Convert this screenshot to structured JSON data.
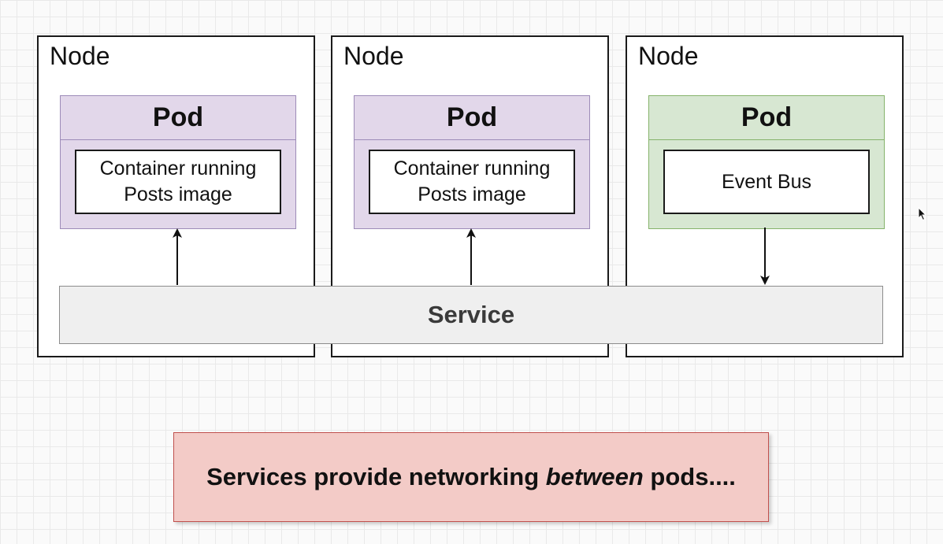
{
  "nodes": [
    {
      "label": "Node",
      "pod": {
        "title": "Pod",
        "color": "purple",
        "container_line1": "Container running",
        "container_line2": "Posts image"
      }
    },
    {
      "label": "Node",
      "pod": {
        "title": "Pod",
        "color": "purple",
        "container_line1": "Container running",
        "container_line2": "Posts image"
      }
    },
    {
      "label": "Node",
      "pod": {
        "title": "Pod",
        "color": "green",
        "container_line1": "Event Bus"
      }
    }
  ],
  "service": {
    "label": "Service"
  },
  "arrows": [
    {
      "from": "Service",
      "to": "Pod 1"
    },
    {
      "from": "Service",
      "to": "Pod 2"
    },
    {
      "from": "Pod 3",
      "to": "Service"
    }
  ],
  "callout": {
    "text_before": "Services provide networking ",
    "text_emphasis": "between",
    "text_after": " pods...."
  },
  "colors": {
    "pod_purple_fill": "#e2d7ea",
    "pod_purple_border": "#9d8bb8",
    "pod_green_fill": "#d7e7d2",
    "pod_green_border": "#86b36b",
    "service_fill": "#efefef",
    "callout_fill": "#f3cbc7",
    "callout_border": "#c0504d"
  },
  "icons": {
    "cursor": "mouse-pointer-icon"
  }
}
